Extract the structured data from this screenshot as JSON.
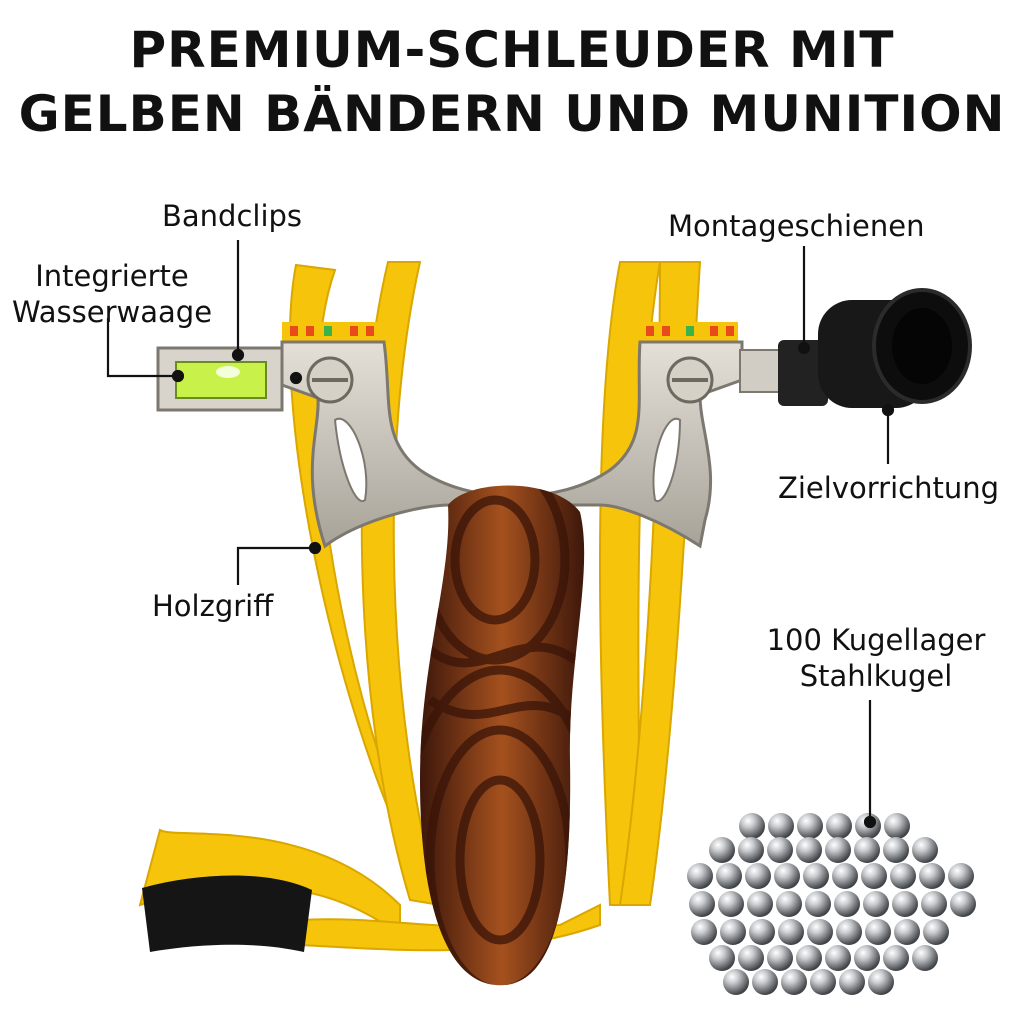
{
  "title": {
    "line1": "PREMIUM-SCHLEUDER MIT",
    "line2": "GELBEN BÄNDERN UND MUNITION"
  },
  "callouts": {
    "band_clips": "Bandclips",
    "level_line1": "Integrierte",
    "level_line2": "Wasserwaage",
    "mounting_rails": "Montageschienen",
    "sight": "Zielvorrichtung",
    "wood_grip": "Holzgriff",
    "balls_line1": "100 Kugellager",
    "balls_line2": "Stahlkugel"
  },
  "colors": {
    "band": "#F6C40B",
    "metal": "#C9C4BA",
    "wood_dark": "#5A2614",
    "wood_light": "#B0561E",
    "pouch": "#151515",
    "sight": "#181818",
    "level_liquid": "#C8F24A",
    "steel": "#A9ABAE"
  }
}
